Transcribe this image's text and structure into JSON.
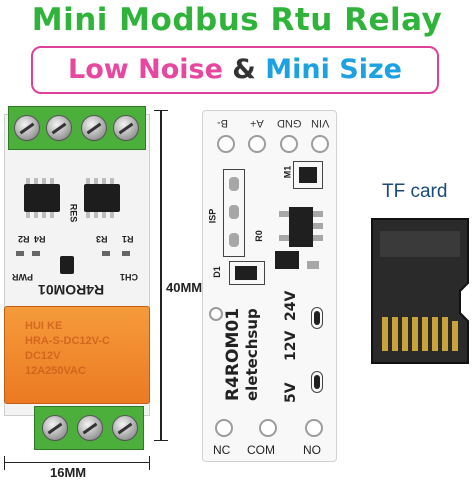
{
  "title": "Mini Modbus Rtu Relay",
  "subtitle": {
    "part1": "Low Noise",
    "part2": " & ",
    "part3": "Mini Size"
  },
  "dimensions": {
    "height": "40MM",
    "width": "16MM"
  },
  "left_board": {
    "model": "R4ROM01",
    "labels": [
      "RES",
      "R2",
      "R4",
      "R3",
      "R1",
      "PWR",
      "CH1"
    ],
    "relay_text": [
      "HUI KE",
      "HRA-S-DC12V-C",
      "DC12V",
      "12A250VAC"
    ]
  },
  "right_board": {
    "top_pins": [
      "B-",
      "A+",
      "GND",
      "VIN"
    ],
    "bottom_pins": [
      "NC",
      "COM",
      "NO"
    ],
    "model": "R4ROM01",
    "brand": "eletechsup",
    "voltages": [
      "5V",
      "12V",
      "24V"
    ],
    "silk_labels": [
      "ISP",
      "R0",
      "D1",
      "M1"
    ]
  },
  "tf_card": {
    "label": "TF card"
  },
  "colors": {
    "title": "#2fb33a",
    "subtitle_pink": "#e8479f",
    "subtitle_blue": "#1da1e0",
    "relay_orange": "#f08a2e",
    "terminal_green": "#4cae3b"
  }
}
